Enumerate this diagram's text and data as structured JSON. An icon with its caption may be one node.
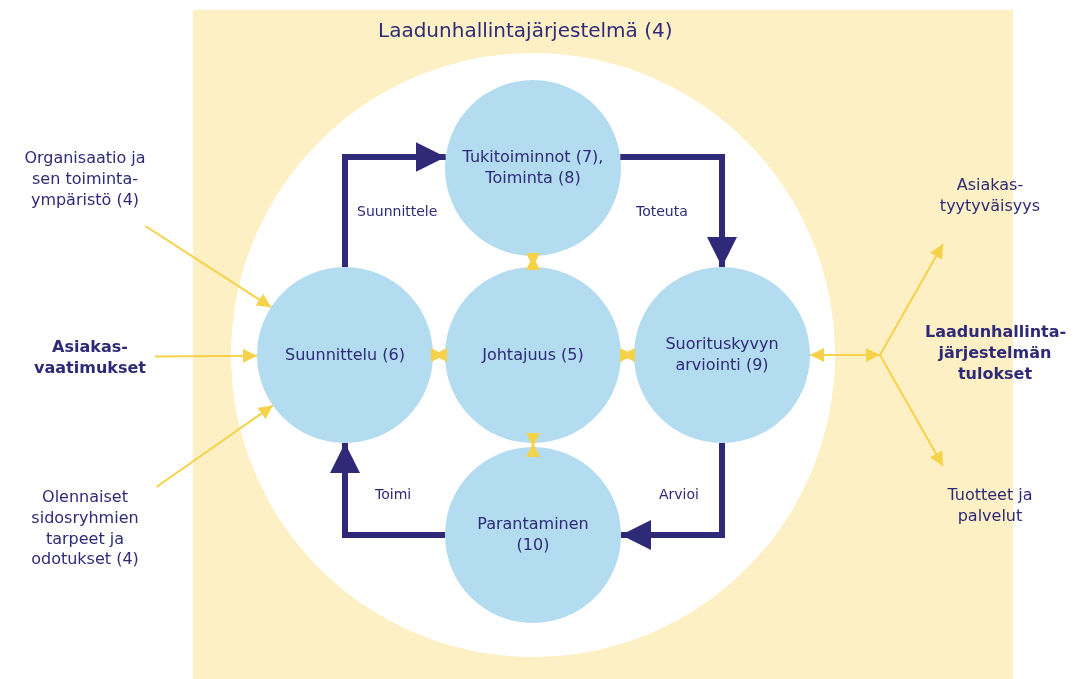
{
  "diagram": {
    "nodes": [
      {
        "text": [
          "Laadunhallintajärjestelmä (4)"
        ]
      },
      {
        "text": [
          "Tukitoiminnot (7), Toiminta (8)"
        ],
        "in": 0
      },
      {
        "text": [
          "Suunnittelu (6)"
        ],
        "in": 0
      },
      {
        "text": [
          "Johtajuus (5)"
        ],
        "in": 0
      },
      {
        "text": [
          "Suorituskyvyn arviointi (9)"
        ],
        "in": 0
      },
      {
        "text": [
          "Parantaminen (10)"
        ],
        "in": 0
      },
      {
        "text": [
          "Organisaatio ja sen toiminta- ympäristö (4)"
        ]
      },
      {
        "text": [
          "Asiakas- vaatimukset"
        ]
      },
      {
        "text": [
          "Olennaiset sidosryhmien tarpeet ja odotukset (4)"
        ]
      },
      {
        "text": [
          "Laadunhallinta- järjestelmän tulokset"
        ]
      },
      {
        "text": [
          "Asiakas- tyytyväisyys"
        ]
      },
      {
        "text": [
          "Tuotteet ja palvelut"
        ]
      }
    ],
    "edges": [
      {
        "from": 6,
        "to": 2,
        "arrow": "to"
      },
      {
        "from": 7,
        "to": 2,
        "arrow": "to"
      },
      {
        "from": 8,
        "to": 2,
        "arrow": "to"
      },
      {
        "from": 1,
        "to": 3,
        "arrow": "both"
      },
      {
        "from": 2,
        "to": 3,
        "arrow": "both"
      },
      {
        "from": 3,
        "to": 4,
        "arrow": "both"
      },
      {
        "from": 3,
        "to": 5,
        "arrow": "both"
      },
      {
        "from": 4,
        "to": 9,
        "arrow": "both"
      },
      {
        "from": 9,
        "to": 10,
        "arrow": "to"
      },
      {
        "from": 9,
        "to": 11,
        "arrow": "to"
      },
      {
        "from": 2,
        "to": 1,
        "arrow": "to",
        "label": "Suunnittele",
        "style": "thick",
        "color": "#2e2a78"
      },
      {
        "from": 1,
        "to": 4,
        "arrow": "to",
        "label": "Toteuta",
        "style": "thick",
        "color": "#2e2a78"
      },
      {
        "from": 4,
        "to": 5,
        "arrow": "to",
        "label": "Arvioi",
        "style": "thick",
        "color": "#2e2a78"
      },
      {
        "from": 5,
        "to": 2,
        "arrow": "to",
        "label": "Toimi",
        "style": "thick",
        "color": "#2e2a78"
      }
    ]
  }
}
